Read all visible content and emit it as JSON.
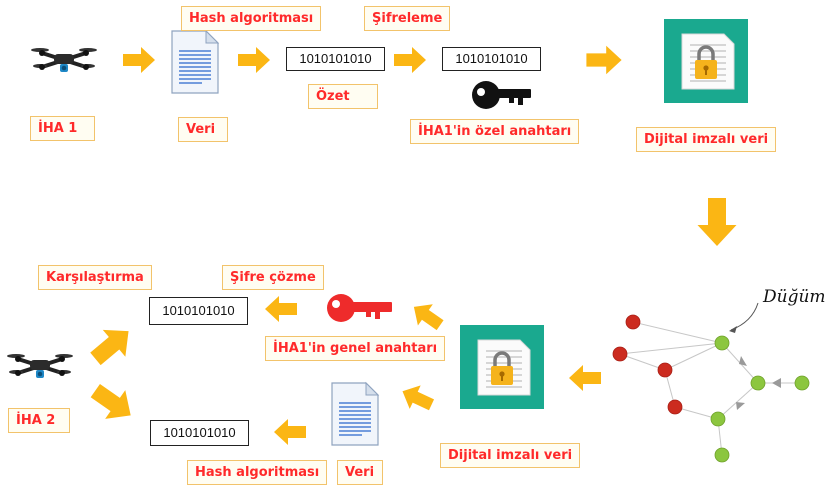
{
  "labels": {
    "hash_top": "Hash algoritması",
    "sifreleme": "Şifreleme",
    "ozet": "Özet",
    "iha1": "İHA 1",
    "veri_top": "Veri",
    "private_key": "İHA1'in özel anahtarı",
    "signed_top": "Dijital imzalı veri",
    "karsilastirma": "Karşılaştırma",
    "sifre_cozme": "Şifre çözme",
    "public_key": "İHA1'in genel anahtarı",
    "iha2": "İHA 2",
    "signed_bottom": "Dijital imzalı veri",
    "veri_bottom": "Veri",
    "hash_bottom": "Hash algoritması"
  },
  "binary": {
    "top_1": "1010101010",
    "top_2": "1010101010",
    "bottom_1": "1010101010",
    "bottom_2": "1010101010"
  },
  "network": {
    "node_label": "Düğüm"
  },
  "colors": {
    "arrow": "#fbb614",
    "label_text": "#ff2a2a",
    "label_border": "#f2c36b",
    "private_key": "#111111",
    "public_key": "#ee2b2b",
    "node_red": "#cc2b1f",
    "node_green": "#8cc63f",
    "sign_bg": "#1aa98f",
    "lock": "#f5b31c"
  },
  "icons": [
    "drone-icon",
    "document-icon",
    "key-icon",
    "signed-document-icon",
    "network-graph"
  ]
}
